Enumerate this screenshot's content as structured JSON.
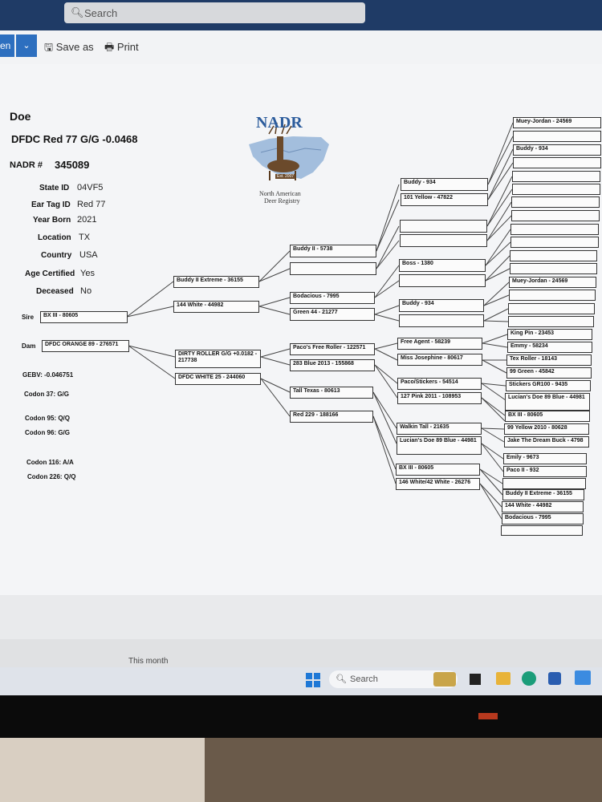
{
  "window": {
    "search_placeholder": "Search",
    "open_label": "en",
    "save_as_label": "Save as",
    "print_label": "Print"
  },
  "animal": {
    "sex": "Doe",
    "name": "DFDC Red 77 G/G -0.0468",
    "nadr_label": "NADR #",
    "nadr_number": "345089",
    "fields": [
      {
        "label": "State ID",
        "value": "04VF5"
      },
      {
        "label": "Ear Tag ID",
        "value": "Red 77"
      },
      {
        "label": "Year Born",
        "value": "2021"
      },
      {
        "label": "Location",
        "value": "TX"
      },
      {
        "label": "Country",
        "value": "USA"
      },
      {
        "label": "Age Certified",
        "value": "Yes"
      },
      {
        "label": "Deceased",
        "value": "No"
      }
    ],
    "sire_label": "Sire",
    "dam_label": "Dam",
    "gebv": "GEBV: -0.046751",
    "codons": [
      "Codon 37: G/G",
      "Codon 95: Q/Q",
      "Codon 96: G/G",
      "Codon 116: A/A",
      "Codon 226: Q/Q"
    ]
  },
  "logo": {
    "title": "NADR",
    "est": "Est. 2007",
    "line1": "North American",
    "line2": "Deer Registry"
  },
  "pedigree": {
    "sire": "BX III - 80605",
    "dam": "DFDC ORANGE 89 - 276571",
    "g2": [
      "Buddy II Extreme - 36155",
      "144 White - 44982",
      "DIRTY ROLLER G/G +0.0182 - 217738",
      "DFDC WHITE 25 - 244060"
    ],
    "g3": [
      "Buddy II - 5738",
      "",
      "Bodacious - 7995",
      "Green 44 - 21277",
      "Paco's Free Roller - 122571",
      "283 Blue 2013 - 155868",
      "Tall Texas - 80613",
      "Red 229 - 188166"
    ],
    "g4": [
      "Buddy - 934",
      "101 Yellow - 47822",
      "",
      "",
      "Boss - 1380",
      "",
      "Buddy - 934",
      "",
      "Free Agent - 58239",
      "Miss Josephine - 80617",
      "Paco/Stickers - 54514",
      "127 Pink 2011 - 108953",
      "Walkin Tall - 21635",
      "Lucian's Doe 89 Blue - 44981",
      "BX III - 80605",
      "146 White/42 White - 26276"
    ],
    "g5": [
      "Muey-Jordan - 24569",
      "",
      "Buddy - 934",
      "",
      "",
      "",
      "",
      "",
      "",
      "",
      "",
      "Muey-Jordan - 24569",
      "",
      "",
      "",
      "",
      "King Pin - 23453",
      "Emmy - 58234",
      "Tex Roller - 18143",
      "99 Green - 45842",
      "Stickers GR100 - 9435",
      "Lucian's Doe 89 Blue - 44981",
      "BX III - 80605",
      "",
      "99 Yellow 2010 - 80628",
      "Jake The Dream Buck - 4798",
      "Emily - 9673",
      "Paco II - 932",
      "",
      "Buddy II Extreme - 36155",
      "144 White - 44982",
      "Bodacious - 7995",
      ""
    ]
  },
  "below": {
    "this_month": "This month"
  },
  "taskbar": {
    "search_label": "Search"
  }
}
